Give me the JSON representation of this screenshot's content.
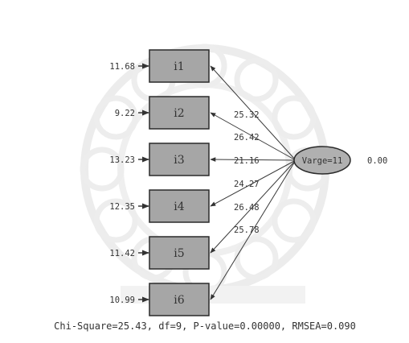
{
  "latent": {
    "label": "Varge=11",
    "variance": "0.00"
  },
  "indicators": [
    {
      "label": "i1",
      "error": "11.68",
      "loading": "25.32"
    },
    {
      "label": "i2",
      "error": "9.22",
      "loading": "26.42"
    },
    {
      "label": "i3",
      "error": "13.23",
      "loading": "21.16"
    },
    {
      "label": "i4",
      "error": "12.35",
      "loading": "24.27"
    },
    {
      "label": "i5",
      "error": "11.42",
      "loading": "26.48"
    },
    {
      "label": "i6",
      "error": "10.99",
      "loading": "25.78"
    }
  ],
  "fit_stats": "Chi-Square=25.43, df=9, P-value=0.00000, RMSEA=0.090",
  "colors": {
    "box_fill": "#a6a6a6",
    "box_stroke": "#2a2a2a",
    "ellipse_fill": "#b0b0b0",
    "line": "#3a3a3a",
    "text": "#333333",
    "watermark": "#e4e4e4"
  }
}
